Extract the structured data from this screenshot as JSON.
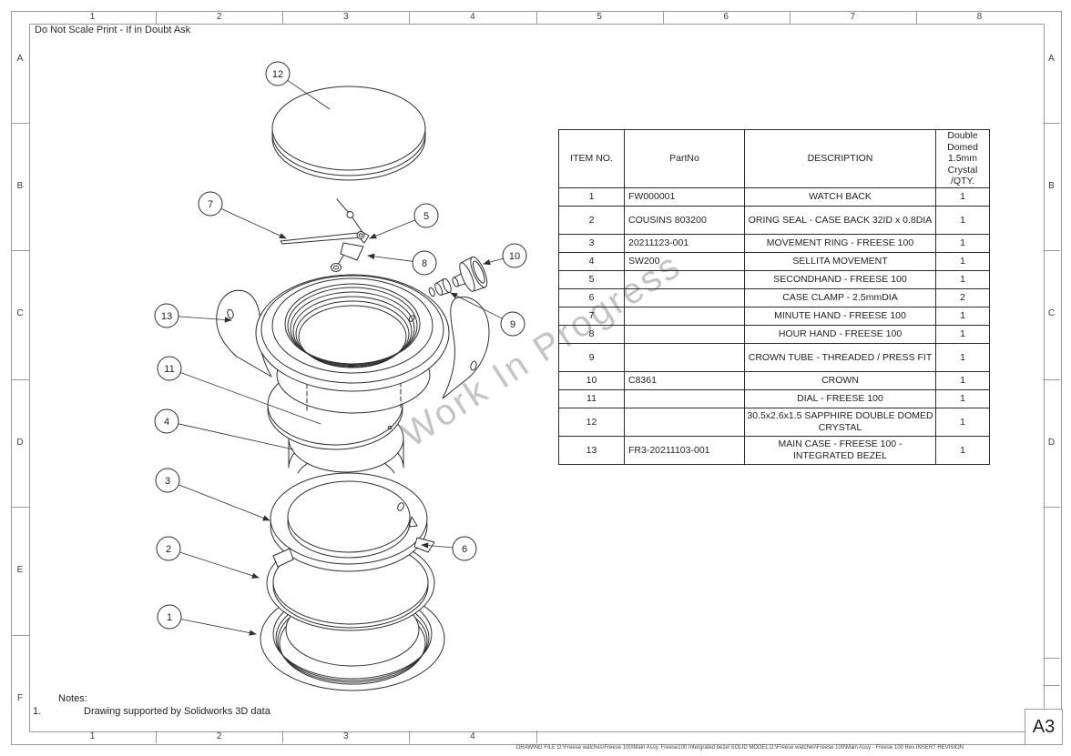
{
  "sheet": {
    "top_note": "Do Not Scale Print - If in Doubt Ask",
    "watermark": "Work In Progress",
    "size_label": "A3",
    "notes_title": "Notes:",
    "note_number": "1.",
    "note_text": "Drawing supported by Solidworks 3D data",
    "fineprint": "DRAWING FILE D:\\Freese watches\\Freese 100\\Main Assy. Freese100 Intergrated bezel   SOLID MODEL D:\\Freese watches\\Freese 100\\Main Assy - Freese 100 Rev INSERT REVISION"
  },
  "grid": {
    "columns_top": [
      "1",
      "2",
      "3",
      "4",
      "5",
      "6",
      "7",
      "8"
    ],
    "columns_bottom": [
      "1",
      "2",
      "3",
      "4"
    ],
    "rows_left": [
      "A",
      "B",
      "C",
      "D",
      "E",
      "F"
    ],
    "rows_right": [
      "A",
      "B",
      "C",
      "D"
    ]
  },
  "bom": {
    "headers": [
      "ITEM NO.",
      "PartNo",
      "DESCRIPTION",
      "Double Domed 1.5mm Crystal /QTY."
    ],
    "rows": [
      {
        "item": "1",
        "part_no": "FW000001",
        "description": "WATCH BACK",
        "qty": "1"
      },
      {
        "item": "2",
        "part_no": "COUSINS 803200",
        "description": "ORING SEAL - CASE BACK 32ID x 0.8DIA",
        "qty": "1"
      },
      {
        "item": "3",
        "part_no": "20211123-001",
        "description": "MOVEMENT RING - FREESE 100",
        "qty": "1"
      },
      {
        "item": "4",
        "part_no": "SW200",
        "description": "SELLITA MOVEMENT",
        "qty": "1"
      },
      {
        "item": "5",
        "part_no": "",
        "description": "SECONDHAND - FREESE 100",
        "qty": "1"
      },
      {
        "item": "6",
        "part_no": "",
        "description": "CASE CLAMP - 2.5mmDIA",
        "qty": "2"
      },
      {
        "item": "7",
        "part_no": "",
        "description": "MINUTE HAND - FREESE 100",
        "qty": "1"
      },
      {
        "item": "8",
        "part_no": "",
        "description": "HOUR HAND - FREESE 100",
        "qty": "1"
      },
      {
        "item": "9",
        "part_no": "",
        "description": "CROWN TUBE - THREADED / PRESS FIT",
        "qty": "1"
      },
      {
        "item": "10",
        "part_no": "C8361",
        "description": "CROWN",
        "qty": "1"
      },
      {
        "item": "11",
        "part_no": "",
        "description": "DIAL - FREESE 100",
        "qty": "1"
      },
      {
        "item": "12",
        "part_no": "",
        "description": "30.5x2.6x1.5 SAPPHIRE DOUBLE DOMED CRYSTAL",
        "qty": "1"
      },
      {
        "item": "13",
        "part_no": "FR3-20211103-001",
        "description": "MAIN CASE - FREESE 100 - INTEGRATED BEZEL",
        "qty": "1"
      }
    ]
  }
}
